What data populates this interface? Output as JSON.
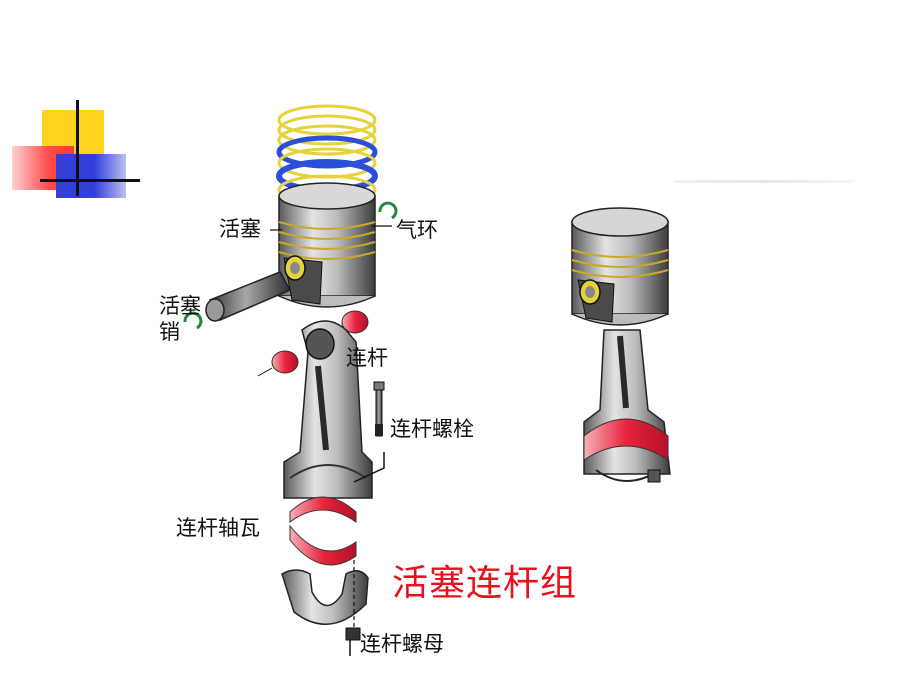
{
  "labels": {
    "piston": "活塞",
    "gas_ring": "气环",
    "piston_pin_line1": "活塞",
    "piston_pin_line2": "销",
    "connecting_rod": "连杆",
    "rod_bolt": "连杆螺栓",
    "rod_bearing": "连杆轴瓦",
    "rod_nut": "连杆螺母"
  },
  "title": "活塞连杆组",
  "colors": {
    "title": "#e8101c",
    "ring_yellow": "#e6d23a",
    "ring_blue": "#2b4fd8",
    "bearing_red": "#e8243c",
    "clip_green": "#1f8a3a",
    "deco_yellow": "#ffd21e",
    "deco_red": "#ff3b3b",
    "deco_blue": "#3340d8"
  }
}
